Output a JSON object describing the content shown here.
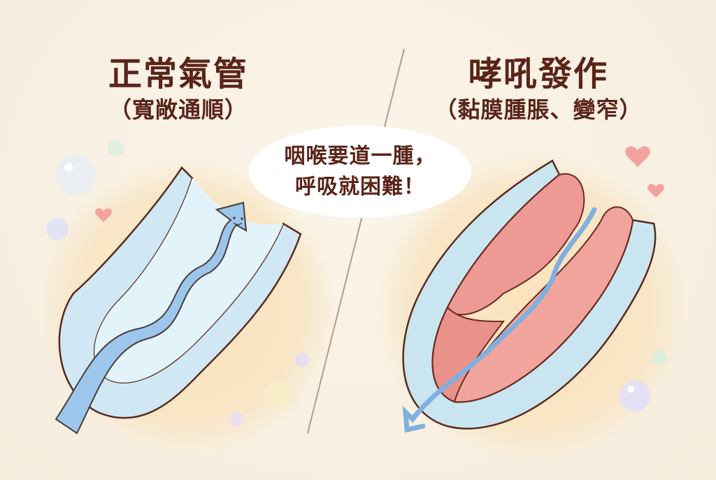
{
  "left_panel": {
    "title": "正常氣管",
    "subtitle": "（寬敞通順）",
    "illustration": "normal-airway-tube",
    "arrow": "smiling-airflow-arrow"
  },
  "right_panel": {
    "title": "哮吼發作",
    "subtitle": "（黏膜腫脹、變窄）",
    "illustration": "swollen-airway-tube",
    "arrow": "restricted-airflow-arrow"
  },
  "speech_bubble": {
    "line1": "咽喉要道一腫，",
    "line2": "呼吸就困難！"
  },
  "colors": {
    "background": "#f7efe0",
    "text": "#5a2418",
    "airway_blue": "#bfe0ee",
    "arrow_blue": "#8fbde8",
    "mucosa_pink": "#ee9a94",
    "heart_pink": "#f2a3a0"
  }
}
